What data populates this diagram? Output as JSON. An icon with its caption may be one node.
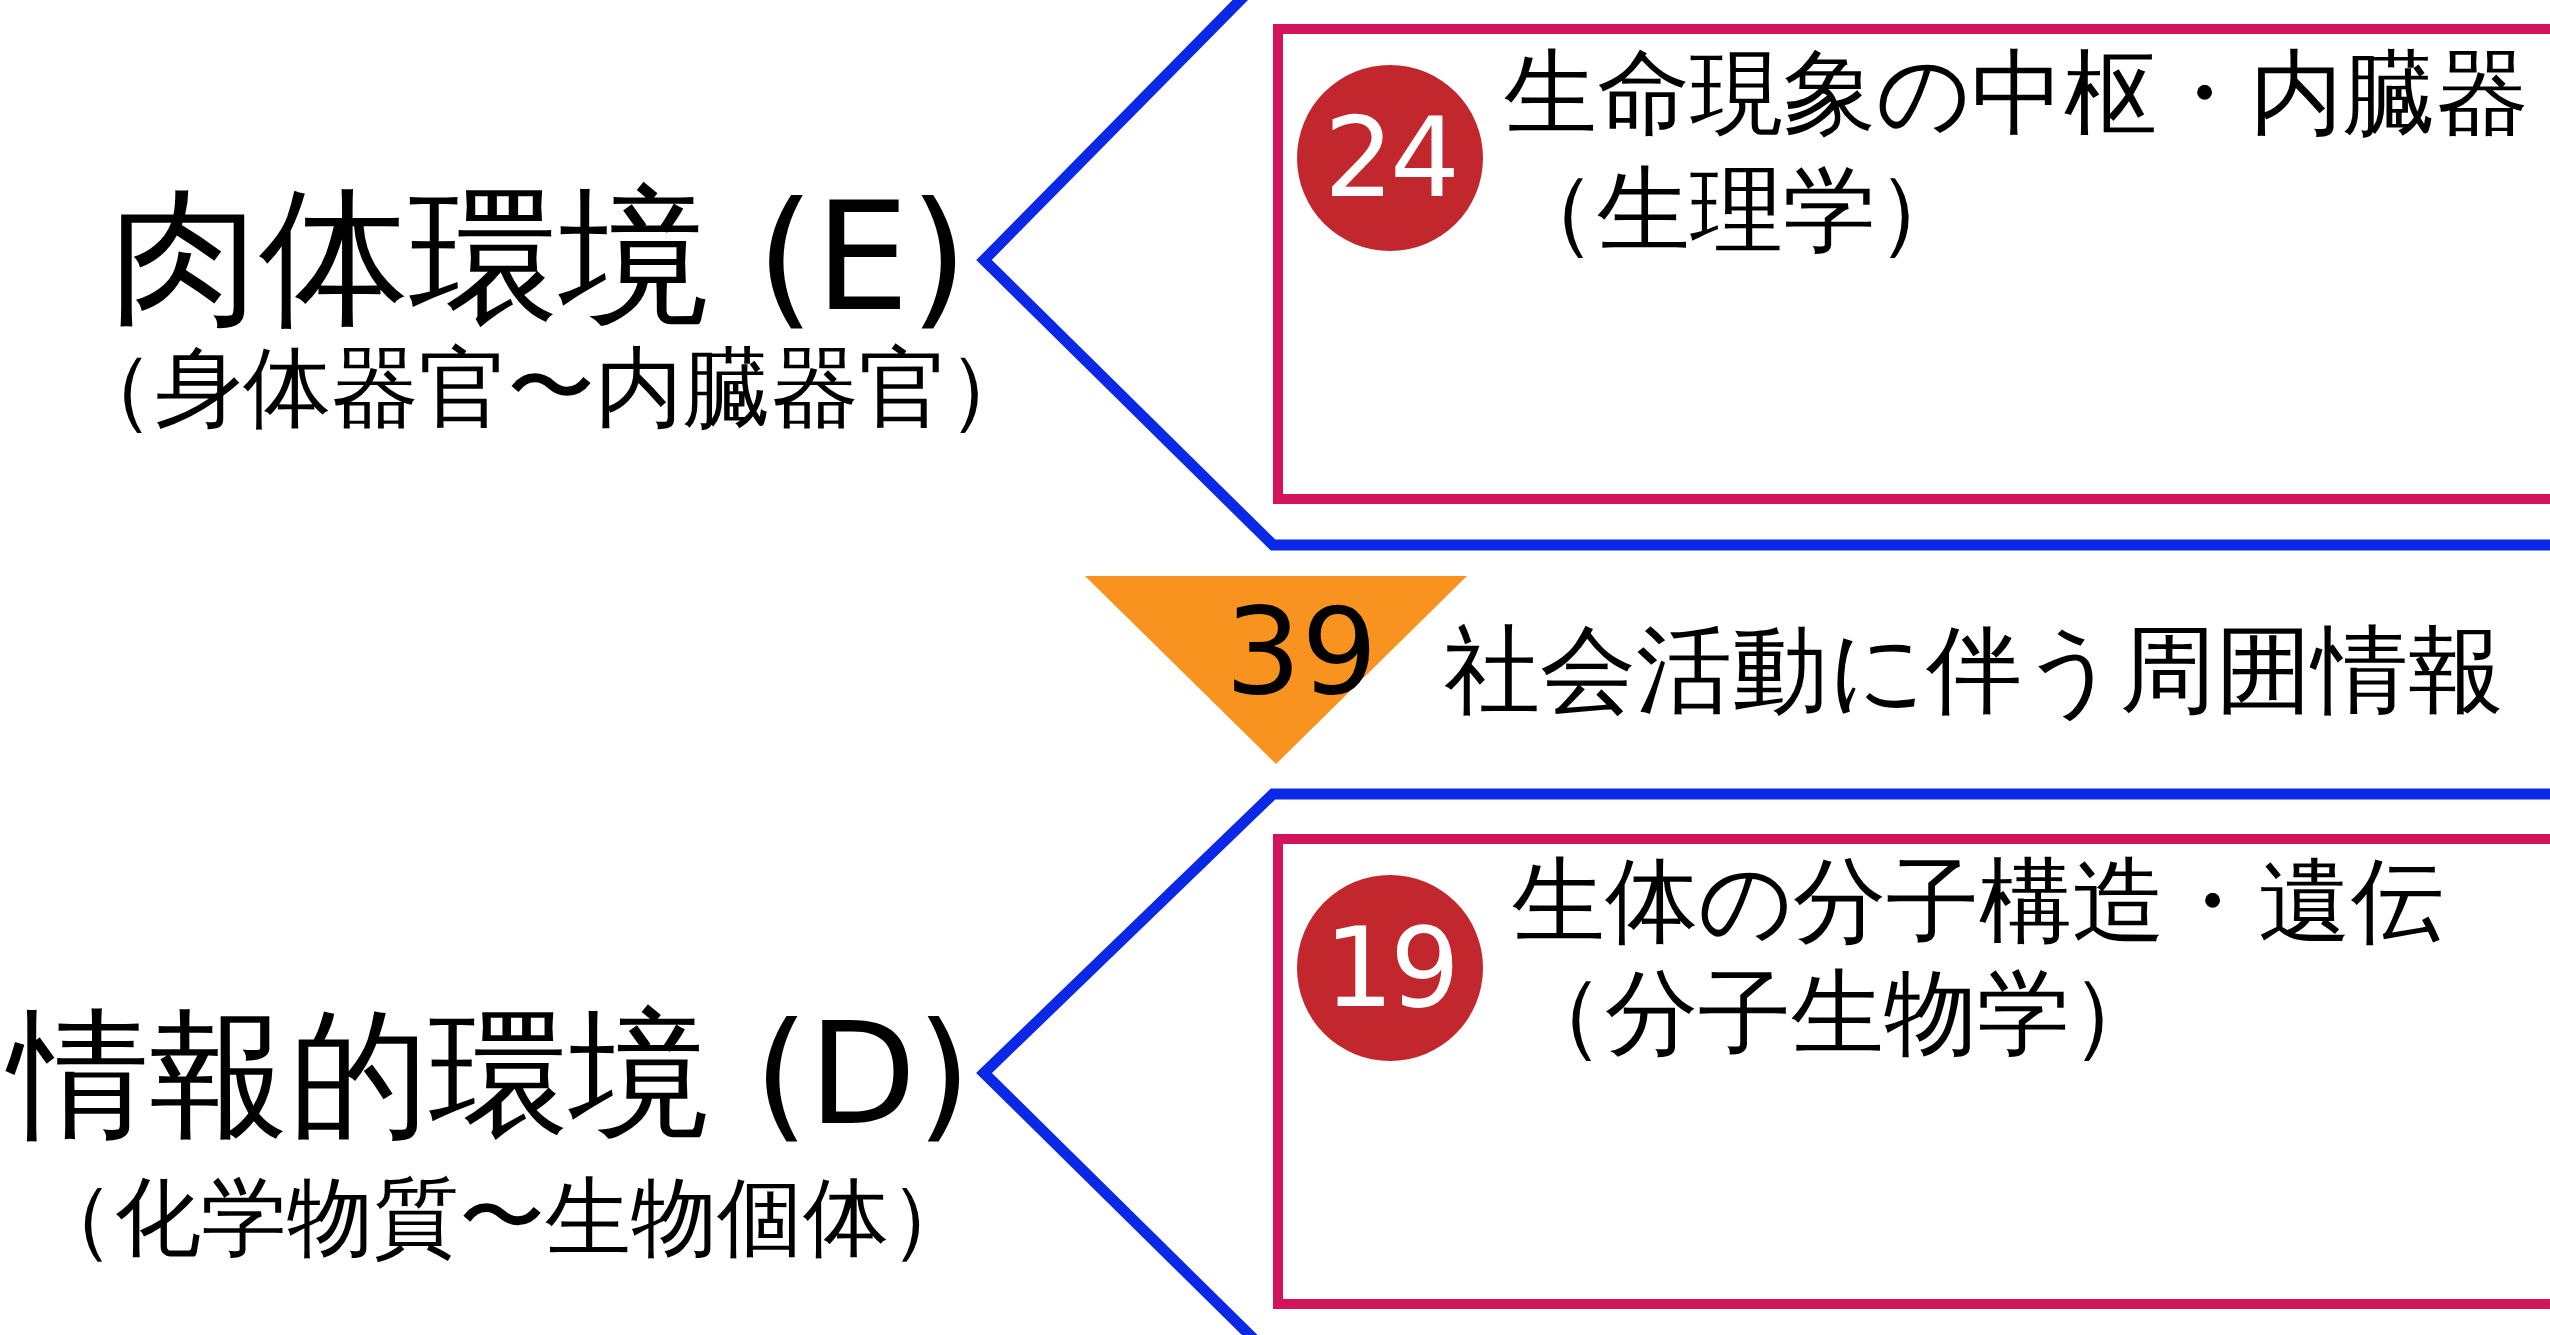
{
  "diagram": {
    "nodes": [
      {
        "text": [
          "肉体環境 (E)",
          "（身体器官〜内臓器官）"
        ]
      },
      {
        "text": [
          "生命現象の中枢・内臓器",
          "（生理学）"
        ],
        "in": 0
      },
      {
        "text": [
          "24"
        ],
        "in": 1
      },
      {
        "text": [
          "39"
        ],
        "beside": [
          "社会活動に伴う周囲情報"
        ]
      },
      {
        "text": [
          "情報的環境 (D)",
          "（化学物質〜生物個体）"
        ]
      },
      {
        "text": [
          "生体の分子構造・遺伝",
          "（分子生物学）"
        ],
        "in": 4
      },
      {
        "text": [
          "19"
        ],
        "in": 5
      }
    ]
  }
}
